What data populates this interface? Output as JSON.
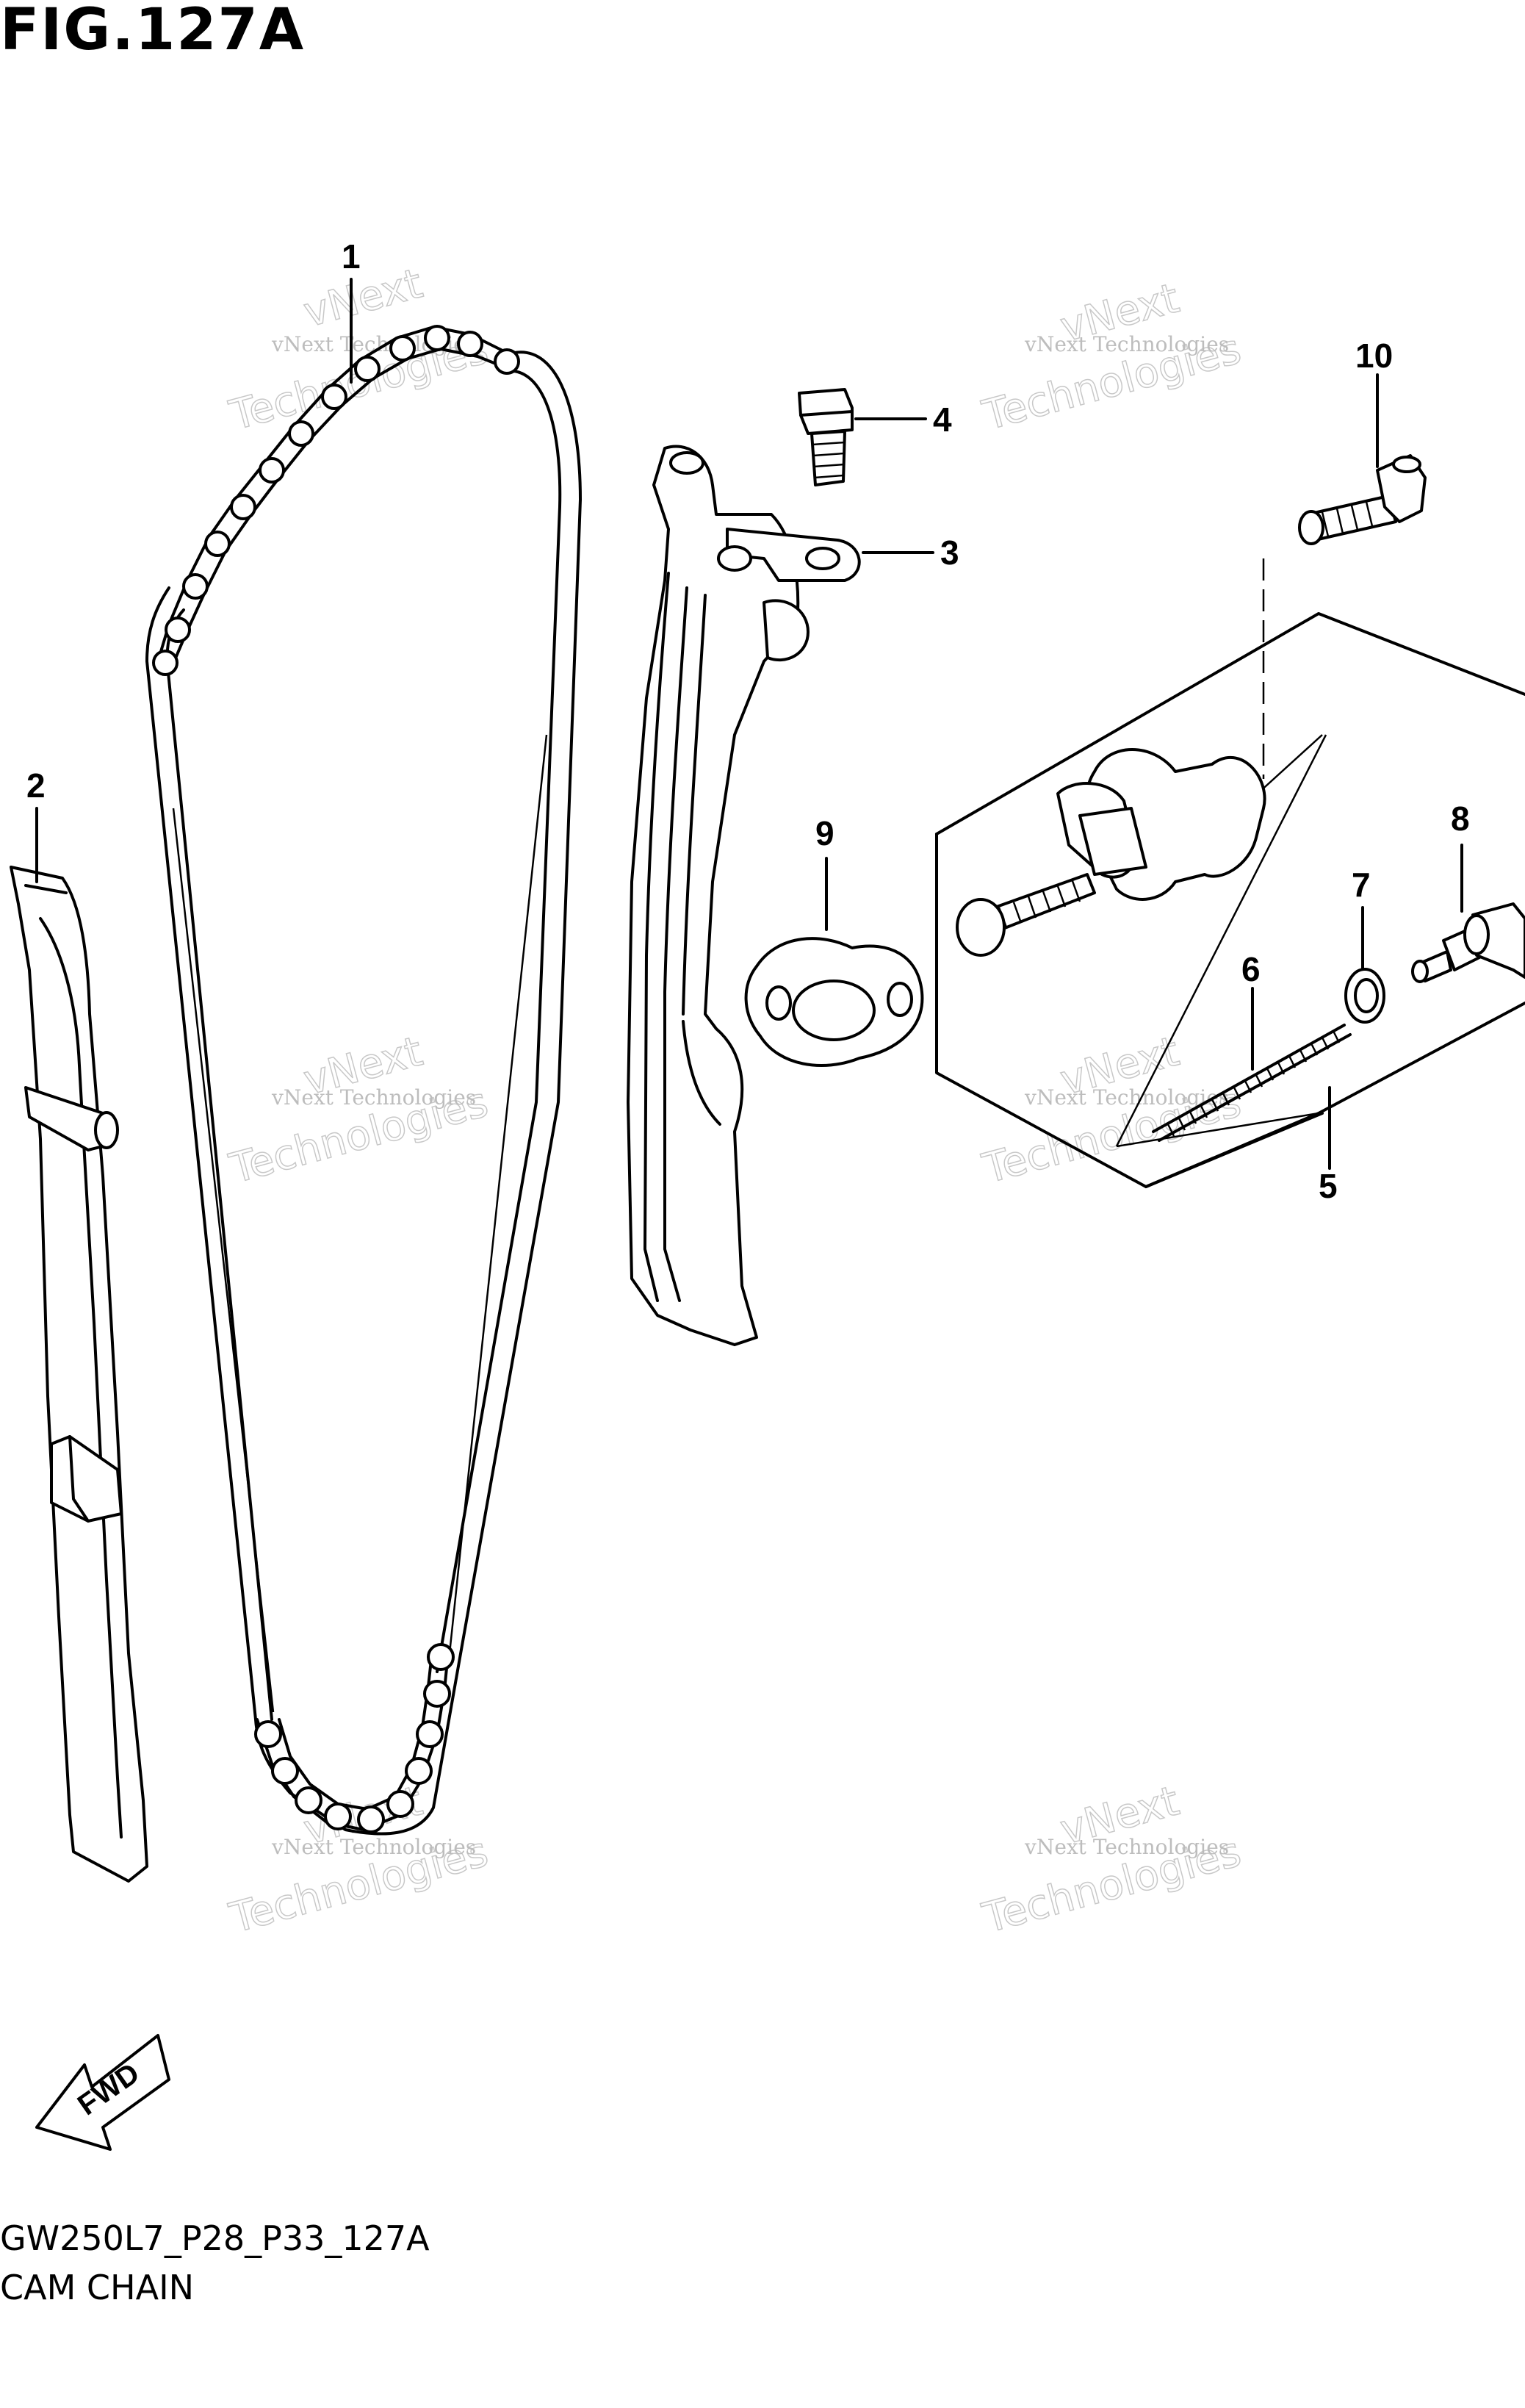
{
  "figure": {
    "title": "FIG.127A",
    "code": "GW250L7_P28_P33_127A",
    "caption": "CAM CHAIN"
  },
  "callouts": [
    "1",
    "2",
    "3",
    "4",
    "5",
    "6",
    "7",
    "8",
    "9",
    "10"
  ],
  "fwd_label": "FWD",
  "watermark": {
    "line1": "vNext Technologies",
    "line2": "Technologies",
    "line3": "vNext"
  },
  "parts": {
    "part_1": "cam-chain",
    "part_2": "chain-guide",
    "part_3": "tensioner-adjuster-guide",
    "part_4": "bolt",
    "part_5": "tensioner-assembly",
    "part_6": "spring",
    "part_7": "gasket-ring",
    "part_8": "plug-bolt",
    "part_9": "gasket",
    "part_10": "bolt"
  }
}
